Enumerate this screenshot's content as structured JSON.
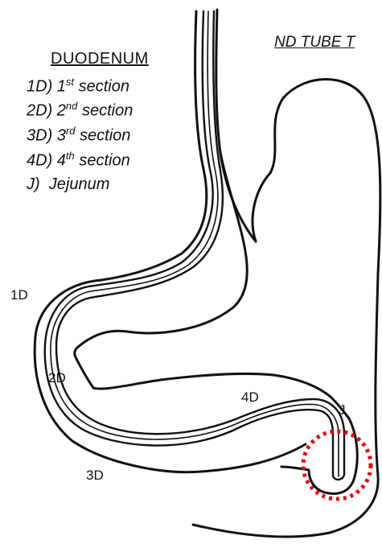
{
  "title": "ND TUBE T",
  "legend": {
    "heading": "DUODENUM",
    "items": [
      {
        "code": "1D)",
        "ord": "1",
        "sup": "st",
        "text": "section"
      },
      {
        "code": "2D)",
        "ord": "2",
        "sup": "nd",
        "text": "section"
      },
      {
        "code": "3D)",
        "ord": "3",
        "sup": "rd",
        "text": "section"
      },
      {
        "code": "4D)",
        "ord": "4",
        "sup": "th",
        "text": "section"
      },
      {
        "code": "J)",
        "text": "Jejunum"
      }
    ]
  },
  "labels": {
    "d1": "1D",
    "d2": "2D",
    "d3": "3D",
    "d4": "4D",
    "j": "J"
  },
  "colors": {
    "outline": "#111111",
    "marker": "#dd1111"
  }
}
